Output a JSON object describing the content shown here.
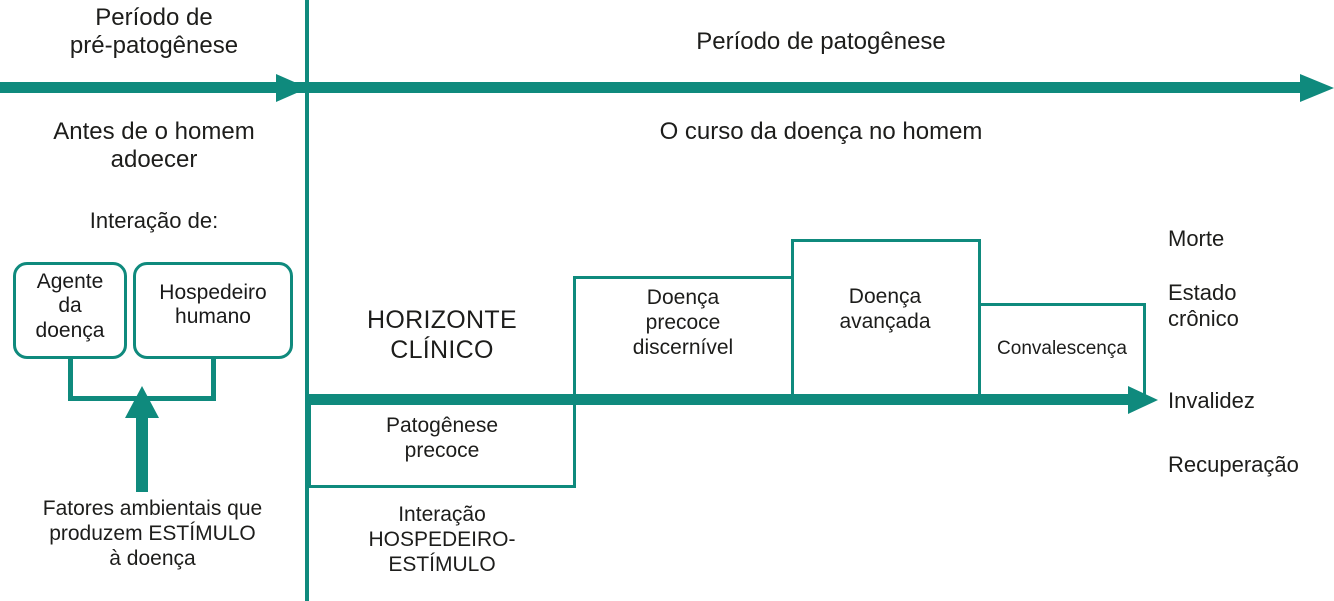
{
  "diagram": {
    "title_periods": {
      "pre_pathogenesis": "Período de\npré-patogênese",
      "pathogenesis": "Período de patogênese"
    },
    "subtitles": {
      "before": "Antes de o homem\nadoecer",
      "course": "O curso da doença no homem"
    },
    "left_panel": {
      "interaction_label": "Interação de:",
      "boxes": [
        {
          "label": "Agente\nda\ndoença"
        },
        {
          "label": "Hospedeiro\nhumano"
        }
      ],
      "environment_caption": "Fatores ambientais que\nproduzem ESTÍMULO\nà doença"
    },
    "center": {
      "clinical_horizon": "HORIZONTE\nCLÍNICO",
      "early_pathogenesis": "Patogênese\nprecoce",
      "host_stimulus": "Interação\nHOSPEDEIRO-\nESTÍMULO",
      "stages": [
        {
          "label": "Doença\nprecoce\ndiscernível"
        },
        {
          "label": "Doença\navançada"
        },
        {
          "label": "Convalescença"
        }
      ]
    },
    "outcomes": [
      {
        "label": "Morte"
      },
      {
        "label": "Estado\ncrônico"
      },
      {
        "label": "Invalidez"
      },
      {
        "label": "Recuperação"
      }
    ],
    "colors": {
      "accent_teal": "#0f8a7d",
      "text": "#1d1d1b",
      "background": "#ffffff"
    }
  }
}
